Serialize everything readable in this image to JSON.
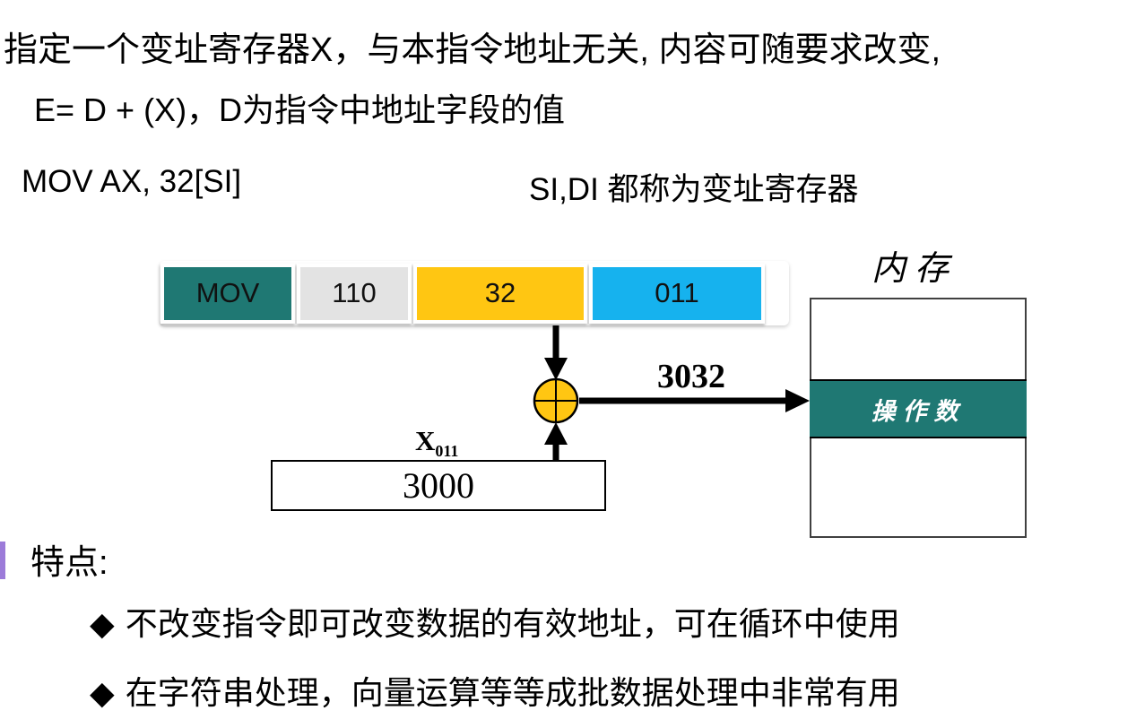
{
  "header": {
    "line1": "指定一个变址寄存器X，与本指令地址无关, 内容可随要求改变,",
    "line2": "E= D + (X)，D为指令中地址字段的值",
    "example_code": "MOV AX, 32[SI]",
    "example_note": "SI,DI 都称为变址寄存器"
  },
  "instruction": {
    "fields": [
      {
        "label": "MOV",
        "color": "#1F7873"
      },
      {
        "label": "110",
        "color": "#E3E3E3"
      },
      {
        "label": "32",
        "color": "#FFC612"
      },
      {
        "label": "011",
        "color": "#16B2EE"
      }
    ]
  },
  "diagram": {
    "sum_value": "3032",
    "index_register_name": "X",
    "index_register_subscript": "011",
    "index_register_value": "3000",
    "memory_label": "内存",
    "operand_label": "操作数",
    "adder_color": "#FFC612",
    "operand_band_color": "#1F7873"
  },
  "features": {
    "title": "特点:",
    "bullet_glyph": "◆",
    "items": [
      "不改变指令即可改变数据的有效地址，可在循环中使用",
      "在字符串处理，向量运算等等成批数据处理中非常有用"
    ],
    "title_bullet_color": "#9C7BD9"
  }
}
